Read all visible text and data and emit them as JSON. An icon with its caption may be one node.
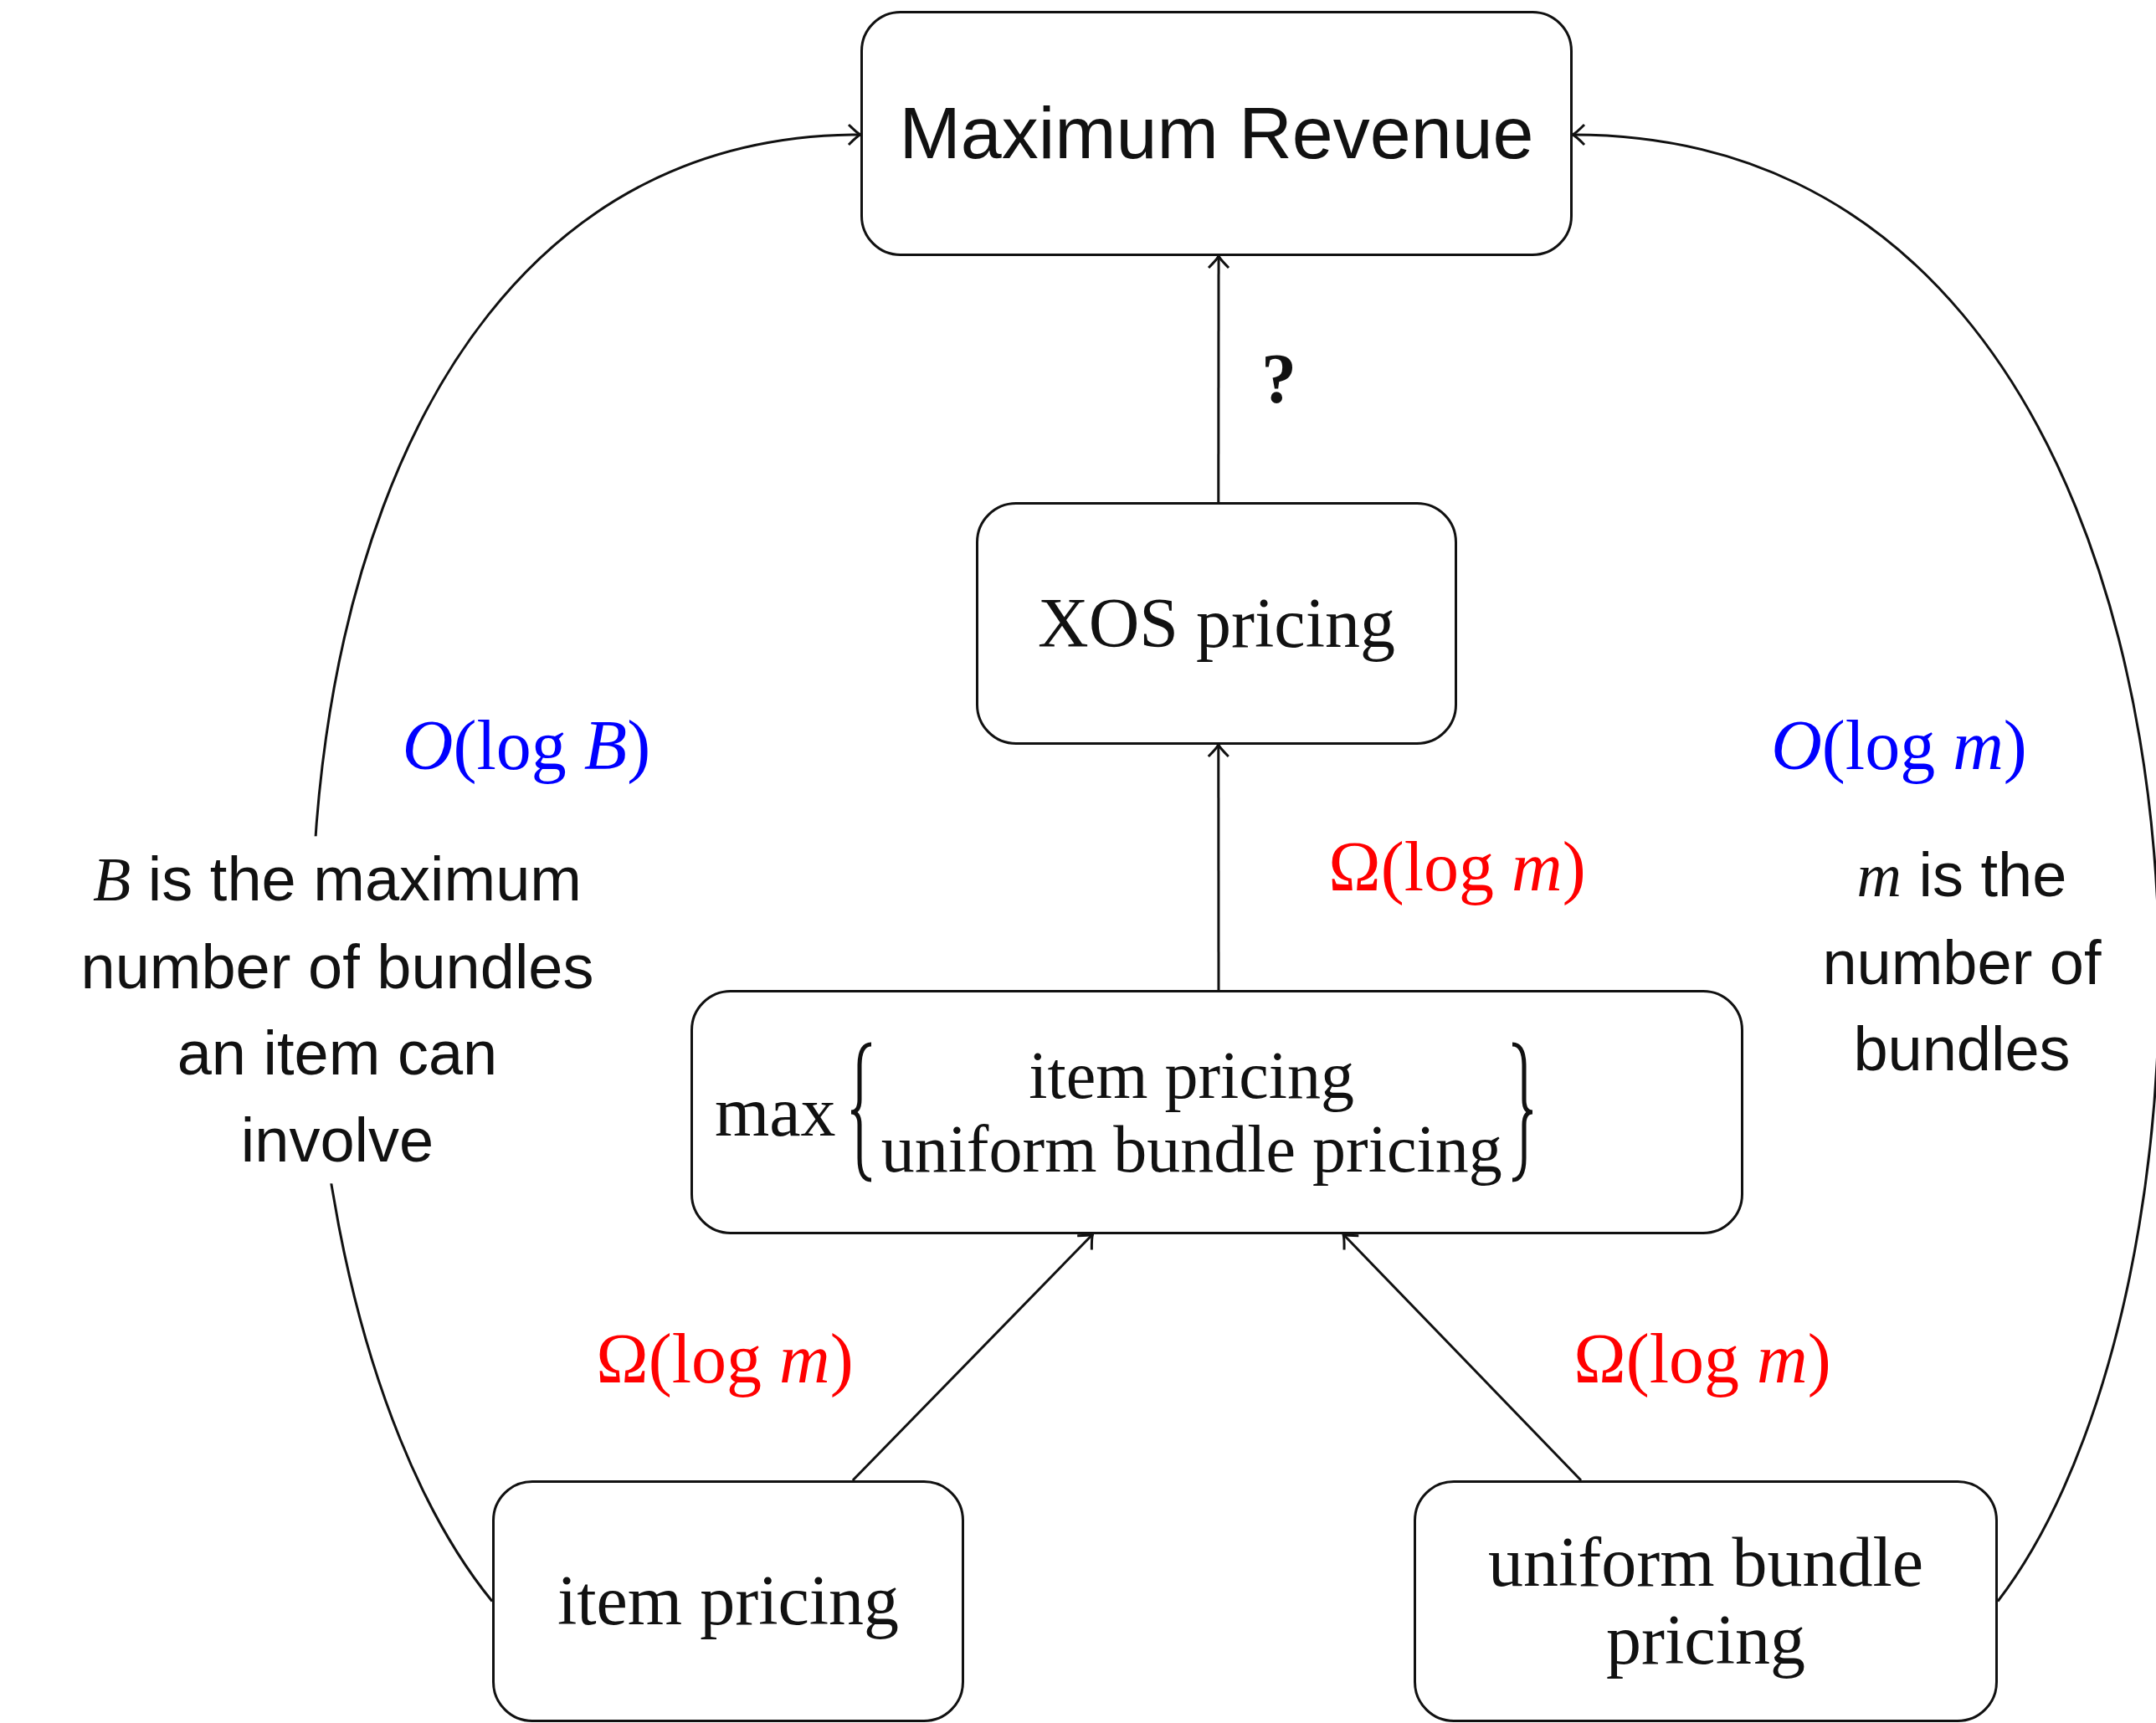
{
  "diagram": {
    "nodes": [
      {
        "text": [
          "Maximum Revenue"
        ]
      },
      {
        "text": [
          "XOS pricing"
        ]
      },
      {
        "text": [
          "max",
          "item pricing",
          "uniform bundle pricing"
        ]
      },
      {
        "text": [
          "item pricing"
        ]
      },
      {
        "text": [
          "uniform bundle pricing"
        ]
      }
    ],
    "edges": [
      {
        "from": 1,
        "to": 0,
        "arrow": "to",
        "label": "?"
      },
      {
        "from": 2,
        "to": 1,
        "arrow": "to",
        "label": "Ω(log *m*)"
      },
      {
        "from": 3,
        "to": 2,
        "arrow": "to",
        "label": "Ω(log *m*)"
      },
      {
        "from": 4,
        "to": 2,
        "arrow": "to",
        "label": "Ω(log *m*)"
      },
      {
        "from": 3,
        "to": 0,
        "arrow": "to",
        "label": "*O*(log *B*)"
      },
      {
        "from": 4,
        "to": 0,
        "arrow": "to",
        "label": "*O*(log *m*)"
      }
    ],
    "labels": [
      "*B* is the maximum number of bundles an item can involve",
      "*m* is the number of bundles"
    ]
  }
}
